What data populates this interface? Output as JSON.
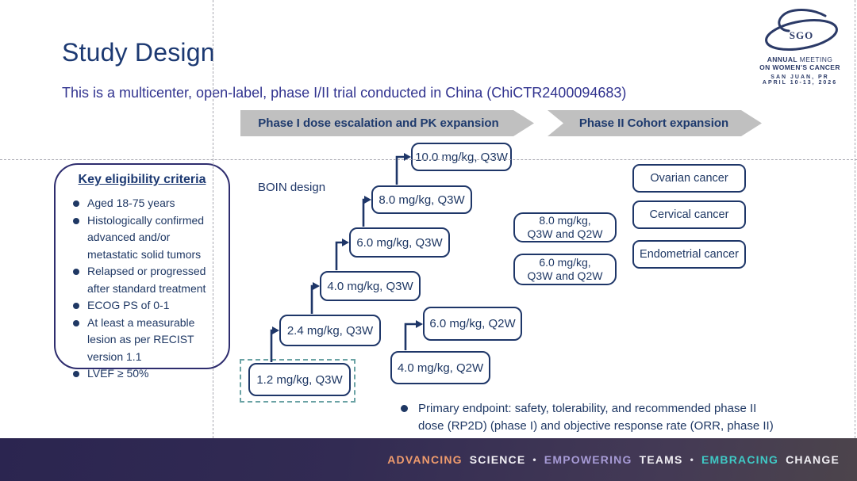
{
  "slide": {
    "title": "Study Design",
    "subtitle": "This is a multicenter, open-label, phase I/II trial conducted in China (ChiCTR2400094683)"
  },
  "logo": {
    "org": "SGO",
    "line1a": "ANNUAL",
    "line1b": " MEETING",
    "line2": "ON WOMEN'S CANCER",
    "line3": "SAN JUAN, PR",
    "line4": "APRIL 10-13, 2026"
  },
  "banners": {
    "phase1": "Phase I dose escalation and PK expansion",
    "phase2": "Phase II Cohort expansion"
  },
  "eligibility": {
    "title": "Key eligibility criteria",
    "items": [
      "Aged 18-75 years",
      "Histologically confirmed advanced and/or metastatic solid tumors",
      "Relapsed or progressed after standard treatment",
      "ECOG PS of 0-1",
      "At least a measurable lesion as per RECIST version 1.1",
      "LVEF ≥ 50%"
    ]
  },
  "diagram": {
    "boin_label": "BOIN design",
    "escalation": [
      "1.2 mg/kg, Q3W",
      "2.4 mg/kg, Q3W",
      "4.0 mg/kg, Q3W",
      "6.0 mg/kg, Q3W",
      "8.0 mg/kg, Q3W",
      "10.0 mg/kg, Q3W"
    ],
    "q2w_branch": [
      "4.0 mg/kg, Q2W",
      "6.0 mg/kg, Q2W"
    ],
    "phase2_doses": [
      {
        "line1": "8.0 mg/kg,",
        "line2": "Q3W and Q2W"
      },
      {
        "line1": "6.0 mg/kg,",
        "line2": "Q3W and Q2W"
      }
    ],
    "cohorts": [
      "Ovarian cancer",
      "Cervical cancer",
      "Endometrial cancer"
    ]
  },
  "endpoint": {
    "text": "Primary endpoint: safety, tolerability, and recommended phase II dose (RP2D) (phase I) and objective response rate (ORR, phase II)"
  },
  "footer": {
    "advancing": "ADVANCING",
    "science": "SCIENCE",
    "sep1": "•",
    "empowering": "EMPOWERING",
    "teams": "TEAMS",
    "sep2": "•",
    "embracing": "EMBRACING",
    "change": "CHANGE"
  },
  "colors": {
    "navy": "#1e3668",
    "title_navy": "#1c3972",
    "subtitle_indigo": "#31338f",
    "banner_gray": "#c0c0c0",
    "dashed_teal": "#6ba3a5",
    "footer_orange": "#ef9b6d",
    "footer_lavender": "#a79bd6",
    "footer_teal": "#3fc9c5",
    "footer_bg": "#2b2550"
  }
}
